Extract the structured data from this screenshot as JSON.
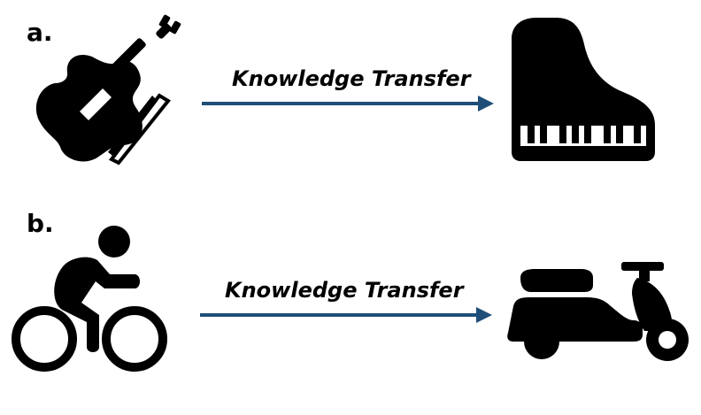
{
  "panels": [
    {
      "label": "a.",
      "source_icon": "violin-icon",
      "target_icon": "grand-piano-icon",
      "arrow_label": "Knowledge Transfer"
    },
    {
      "label": "b.",
      "source_icon": "cyclist-icon",
      "target_icon": "scooter-icon",
      "arrow_label": "Knowledge Transfer"
    }
  ],
  "colors": {
    "arrow": "#1f4e79",
    "icon": "#000000"
  }
}
